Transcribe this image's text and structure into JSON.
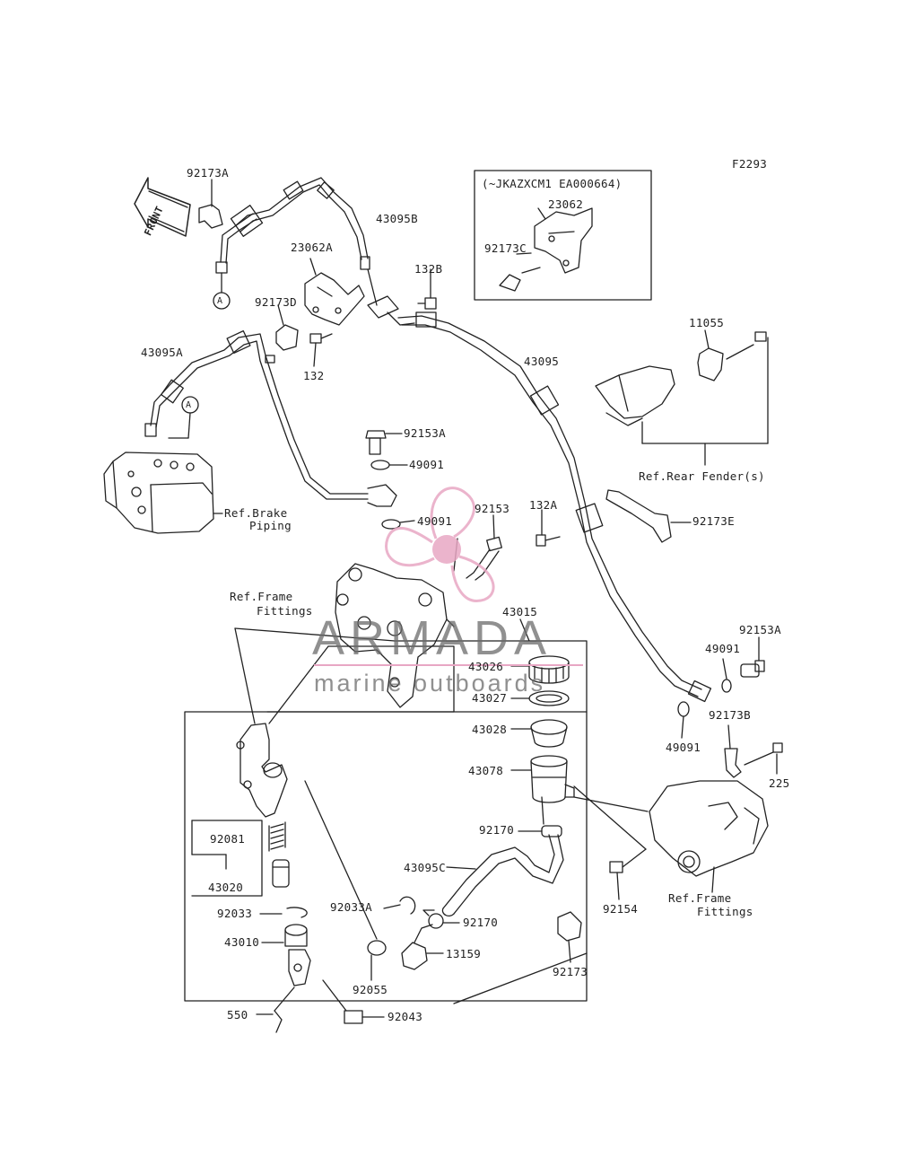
{
  "figure_code": "F2293",
  "front_arrow_label": "FRONT",
  "inset": {
    "title": "(~JKAZXCM1 EA000664)",
    "part_bracket": "23062",
    "part_clamp": "92173C"
  },
  "callout_letter": "A",
  "parts": {
    "p92173A": "92173A",
    "p43095B": "43095B",
    "p23062A": "23062A",
    "p132B": "132B",
    "p92173D": "92173D",
    "p43095A": "43095A",
    "p132": "132",
    "p43095": "43095",
    "p11055": "11055",
    "p92153A_top": "92153A",
    "p49091_top": "49091",
    "p49091_mid": "49091",
    "p92153": "92153",
    "p132A": "132A",
    "p92173E": "92173E",
    "p43015": "43015",
    "p43026": "43026",
    "p43027": "43027",
    "p43028": "43028",
    "p43078": "43078",
    "p92153A_right": "92153A",
    "p49091_right": "49091",
    "p49091_right2": "49091",
    "p92173B": "92173B",
    "p225": "225",
    "p92081": "92081",
    "p43020": "43020",
    "p92033": "92033",
    "p43010": "43010",
    "p550": "550",
    "p92170_top": "92170",
    "p43095C": "43095C",
    "p92033A": "92033A",
    "p92170_bot": "92170",
    "p13159": "13159",
    "p92055": "92055",
    "p92043": "92043",
    "p92154": "92154",
    "p92173": "92173"
  },
  "references": {
    "rear_fender": "Ref.Rear Fender(s)",
    "brake_piping_1": "Ref.Brake",
    "brake_piping_2": "Piping",
    "frame_fittings_left_1": "Ref.Frame",
    "frame_fittings_left_2": "Fittings",
    "frame_fittings_right_1": "Ref.Frame",
    "frame_fittings_right_2": "Fittings"
  },
  "watermark": {
    "brand": "ARMADA",
    "tagline": "marine outboards",
    "logo_color": "#e8a7c4"
  }
}
